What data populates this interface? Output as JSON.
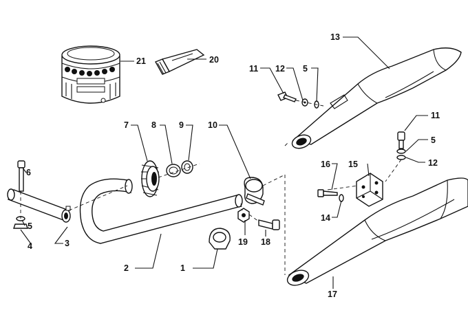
{
  "callouts": [
    {
      "id": "c1",
      "label": "1"
    },
    {
      "id": "c2",
      "label": "2"
    },
    {
      "id": "c3",
      "label": "3"
    },
    {
      "id": "c4",
      "label": "4"
    },
    {
      "id": "c5a",
      "label": "5"
    },
    {
      "id": "c5b",
      "label": "5"
    },
    {
      "id": "c5c",
      "label": "5"
    },
    {
      "id": "c6",
      "label": "6"
    },
    {
      "id": "c7",
      "label": "7"
    },
    {
      "id": "c8",
      "label": "8"
    },
    {
      "id": "c9",
      "label": "9"
    },
    {
      "id": "c10",
      "label": "10"
    },
    {
      "id": "c11a",
      "label": "11"
    },
    {
      "id": "c11b",
      "label": "11"
    },
    {
      "id": "c12a",
      "label": "12"
    },
    {
      "id": "c12b",
      "label": "12"
    },
    {
      "id": "c13",
      "label": "13"
    },
    {
      "id": "c14",
      "label": "14"
    },
    {
      "id": "c15",
      "label": "15"
    },
    {
      "id": "c16",
      "label": "16"
    },
    {
      "id": "c17",
      "label": "17"
    },
    {
      "id": "c18",
      "label": "18"
    },
    {
      "id": "c19",
      "label": "19"
    },
    {
      "id": "c20",
      "label": "20"
    },
    {
      "id": "c21",
      "label": "21"
    }
  ]
}
